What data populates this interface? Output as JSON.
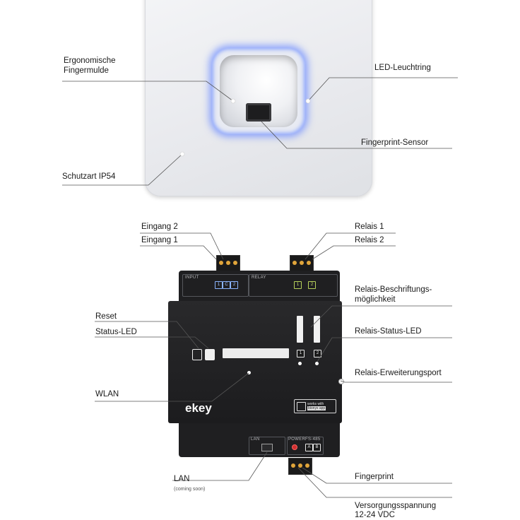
{
  "reader": {
    "labels": {
      "fingermulde_line1": "Ergonomische",
      "fingermulde_line2": "Fingermulde",
      "led_ring": "LED-Leuchtring",
      "sensor": "Fingerprint-Sensor",
      "ip_rating": "Schutzart IP54"
    },
    "accent_color": "#6e8cff"
  },
  "unit": {
    "top_panel": {
      "input_label": "INPUT",
      "relay_label": "RELAY",
      "input_buttons": [
        "1",
        "C",
        "2"
      ],
      "relay_buttons": [
        "1",
        "2"
      ]
    },
    "relay_numbers": [
      "1",
      "2"
    ],
    "logo": "ekey",
    "app_badge": {
      "line1": "works with",
      "line2": "bionyx app"
    },
    "bottom_panel": {
      "lan_label": "LAN",
      "power_label": "POWER",
      "bus_label": "FS-485",
      "bus_buttons": [
        "A",
        "B"
      ]
    },
    "labels": {
      "eingang_2": "Eingang 2",
      "eingang_1": "Eingang 1",
      "relais_1": "Relais 1",
      "relais_2": "Relais 2",
      "beschriftung_line1": "Relais-Beschriftungs-",
      "beschriftung_line2": "möglichkeit",
      "reset": "Reset",
      "status_led": "Status-LED",
      "relais_status_led": "Relais-Status-LED",
      "erweiterungsport": "Relais-Erweiterungsport",
      "wlan": "WLAN",
      "lan": "LAN",
      "lan_note": "(coming soon)",
      "fingerprint": "Fingerprint",
      "versorgung_line1": "Versorgungsspannung",
      "versorgung_line2": "12-24 VDC"
    },
    "pin_color": "#e0a53a",
    "power_led_color": "#d03030"
  }
}
